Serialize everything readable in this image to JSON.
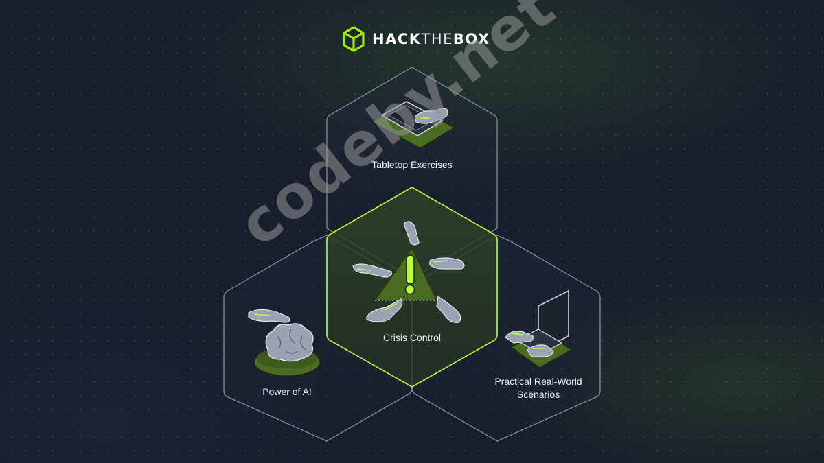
{
  "brand": {
    "name_part1": "HACK",
    "name_part2": "THE",
    "name_part3": "BOX",
    "accent_color": "#9fef00"
  },
  "nodes": {
    "top": {
      "label": "Tabletop Exercises",
      "icon": "tablet-hand-icon"
    },
    "left": {
      "label": "Power of AI",
      "icon": "brain-hand-icon"
    },
    "right": {
      "label_line1": "Practical Real-World",
      "label_line2": "Scenarios",
      "icon": "laptop-hands-icon"
    },
    "center": {
      "label": "Crisis Control",
      "icon": "warning-triangle-hands-icon"
    }
  },
  "watermark": {
    "text": "codeby.net"
  },
  "colors": {
    "background": "#171e2c",
    "hex_outline": "#a9b3c4",
    "center_outline": "#9fef00",
    "center_fill": "#2a3a26",
    "icon_green": "#4a6b22"
  }
}
